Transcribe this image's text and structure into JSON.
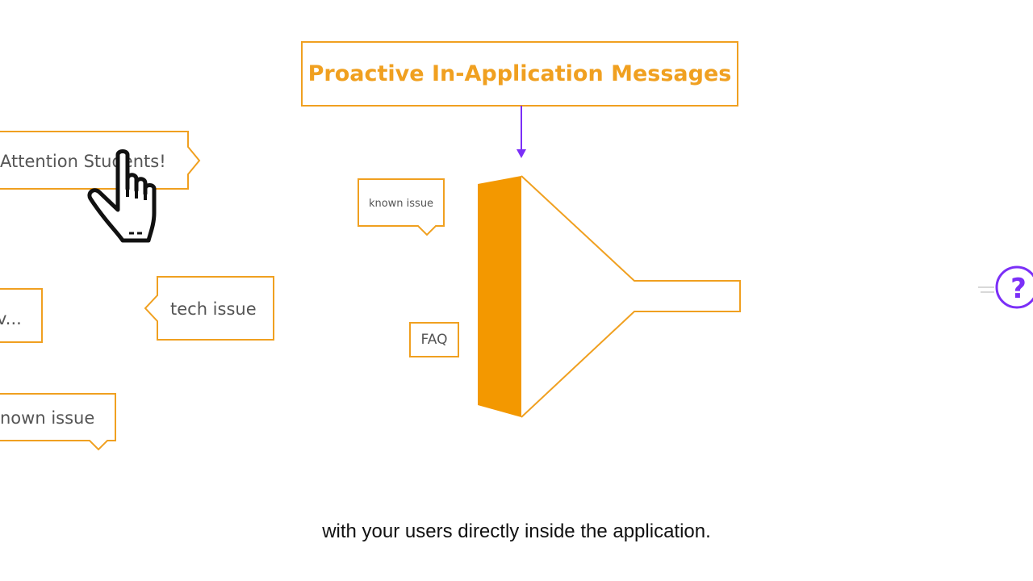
{
  "diagram": {
    "title": "Proactive In-Application Messages",
    "bubbles": {
      "attention": "Attention Students!",
      "partial_left": "v...",
      "tech_issue": "tech issue",
      "known_issue_left": "nown issue",
      "known_issue_small": "known issue",
      "faq": "FAQ"
    },
    "colors": {
      "accent": "#f0a020",
      "funnel_fill": "#f39800",
      "arrow": "#7b2ff7",
      "text": "#555555"
    }
  },
  "caption": "with your users directly inside the application.",
  "icons": {
    "cursor": "pointing-hand-icon",
    "help": "question-mark-circle-icon"
  }
}
